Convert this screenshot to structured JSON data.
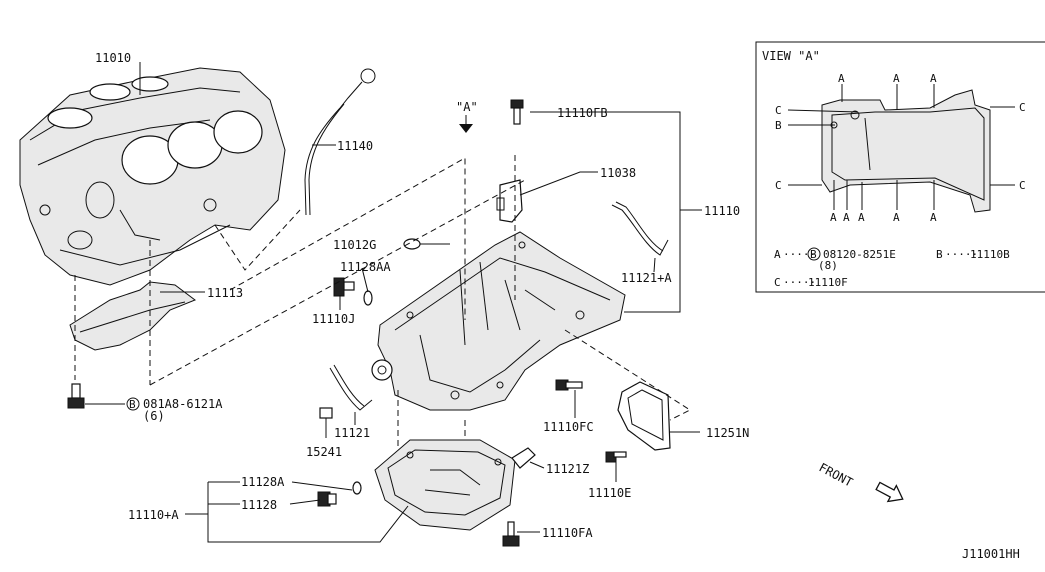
{
  "diagram_code": "J11001HH",
  "view": {
    "title": "VIEW \"A\"",
    "markers": [
      "A",
      "B",
      "C"
    ],
    "legend": {
      "a_key": "A",
      "a_circle": "B",
      "a_value": "08120-8251E",
      "a_qty": "(8)",
      "b_key": "B",
      "b_value": "11110B",
      "c_key": "C",
      "c_value": "11110F"
    }
  },
  "arrow_a": "\"A\"",
  "front": "FRONT",
  "labels": {
    "p11010": "11010",
    "p11140": "11140",
    "p11113": "11113",
    "bolt_circle": "B",
    "bolt_code": "081A8-6121A",
    "bolt_qty": "(6)",
    "p11012G": "11012G",
    "p11128AA": "11128AA",
    "p11110J": "11110J",
    "p11110FB": "11110FB",
    "p11038": "11038",
    "p11110": "11110",
    "p11121A": "11121+A",
    "p11121": "11121",
    "p15241": "15241",
    "p11110FC": "11110FC",
    "p11251N": "11251N",
    "p11110E": "11110E",
    "p11121Z": "11121Z",
    "p11128A": "11128A",
    "p11128": "11128",
    "p11110A": "11110+A",
    "p11110FA": "11110FA"
  }
}
